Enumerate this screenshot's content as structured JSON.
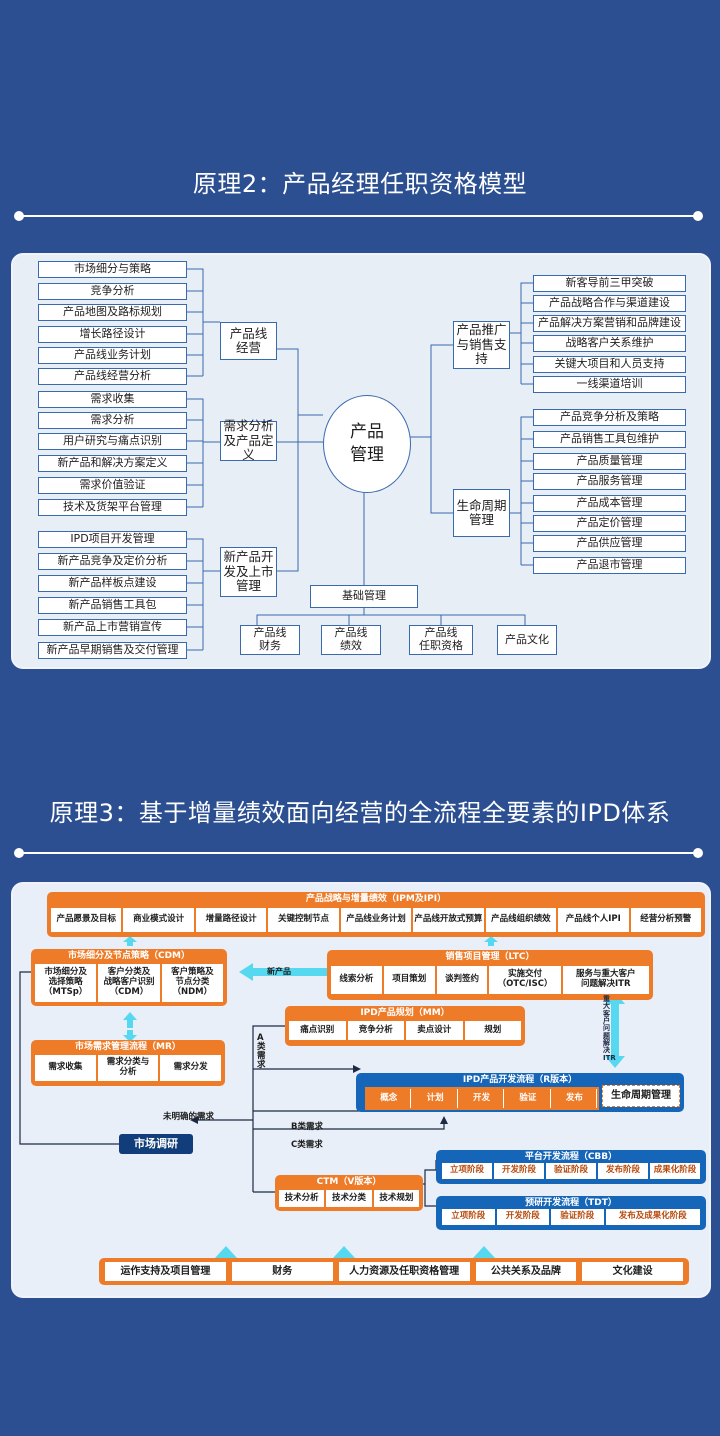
{
  "titles": {
    "section2": "原理2：产品经理任职资格模型",
    "section3": "原理3：基于增量绩效面向经营的全流程全要素的IPD体系"
  },
  "model": {
    "hub": "产品\n管理",
    "left_groups": [
      {
        "label": "产品线\n经营",
        "items": [
          "市场细分与策略",
          "竞争分析",
          "产品地图及路标规划",
          "增长路径设计",
          "产品线业务计划",
          "产品线经营分析"
        ]
      },
      {
        "label": "需求分析\n及产品定义",
        "items": [
          "需求收集",
          "需求分析",
          "用户研究与痛点识别",
          "新产品和解决方案定义",
          "需求价值验证",
          "技术及货架平台管理"
        ]
      },
      {
        "label": "新产品开\n发及上市\n管理",
        "items": [
          "IPD项目开发管理",
          "新产品竞争及定价分析",
          "新产品样板点建设",
          "新产品销售工具包",
          "新产品上市营销宣传",
          "新产品早期销售及交付管理"
        ]
      }
    ],
    "right_groups": [
      {
        "label": "产品推广\n与销售支\n持",
        "items": [
          "新客导前三甲突破",
          "产品战略合作与渠道建设",
          "产品解决方案营销和品牌建设",
          "战略客户关系维护",
          "关键大项目和人员支持",
          "一线渠道培训"
        ]
      },
      {
        "label": "生命周期\n管理",
        "items": [
          "产品竞争分析及策略",
          "产品销售工具包维护",
          "产品质量管理",
          "产品服务管理",
          "产品成本管理",
          "产品定价管理",
          "产品供应管理",
          "产品退市管理"
        ]
      }
    ],
    "base": {
      "label": "基础管理",
      "items": [
        "产品线\n财务",
        "产品线\n绩效",
        "产品线\n任职资格",
        "产品文化"
      ]
    }
  },
  "ipd": {
    "strategy": {
      "title": "产品战略与增量绩效（IPM及IPI）",
      "cells": [
        "产品愿景及目标",
        "商业模式设计",
        "增量路径设计",
        "关键控制节点",
        "产品线业务计划",
        "产品线开放式预算",
        "产品线组织绩效",
        "产品线个人IPI",
        "经营分析预警"
      ]
    },
    "cdm": {
      "title": "市场细分及节点策略（CDM）",
      "cells": [
        "市场细分及\n选择策略\n（MTSp）",
        "客户分类及\n战略客户识别\n（CDM）",
        "客户策略及\n节点分类\n（NDM）"
      ]
    },
    "ltc": {
      "title": "销售项目管理（LTC）",
      "cells": [
        "线索分析",
        "项目策划",
        "谈判签约",
        "实施交付\n（OTC/ISC）",
        "服务与重大客户\n问题解决ITR"
      ]
    },
    "mr": {
      "title": "市场需求管理流程（MR）",
      "cells": [
        "需求收集",
        "需求分类与\n分析",
        "需求分发"
      ]
    },
    "mm": {
      "title": "IPD产品规划（MM）",
      "cells": [
        "痛点识别",
        "竞争分析",
        "卖点设计",
        "规划"
      ]
    },
    "rdev": {
      "title": "IPD产品开发流程（R版本）",
      "cells": [
        "概念",
        "计划",
        "开发",
        "验证",
        "发布"
      ],
      "lifecycle": "生命周期管理"
    },
    "ctm": {
      "title": "CTM（V版本）",
      "cells": [
        "技术分析",
        "技术分类",
        "技术规划"
      ]
    },
    "cbb": {
      "title": "平台开发流程（CBB）",
      "cells": [
        "立项阶段",
        "开发阶段",
        "验证阶段",
        "发布阶段",
        "成果化阶段"
      ]
    },
    "tdt": {
      "title": "预研开发流程（TDT）",
      "cells": [
        "立项阶段",
        "开发阶段",
        "验证阶段",
        "发布及成果化阶段"
      ]
    },
    "support": [
      "运作支持及项目管理",
      "财务",
      "人力资源及任职资格管理",
      "公共关系及品牌",
      "文化建设"
    ],
    "market_research": "市场调研",
    "new_product": "新产品",
    "itr_label": "重大客户问题解决ITR",
    "a_req": "A类需求",
    "b_req": "B类需求",
    "c_req": "C类需求",
    "unclear_req": "未明确的需求"
  },
  "colors": {
    "background": "#2b4f91",
    "orange": "#ee7b28",
    "blue": "#1565b8",
    "arrow": "#56d9f0"
  }
}
